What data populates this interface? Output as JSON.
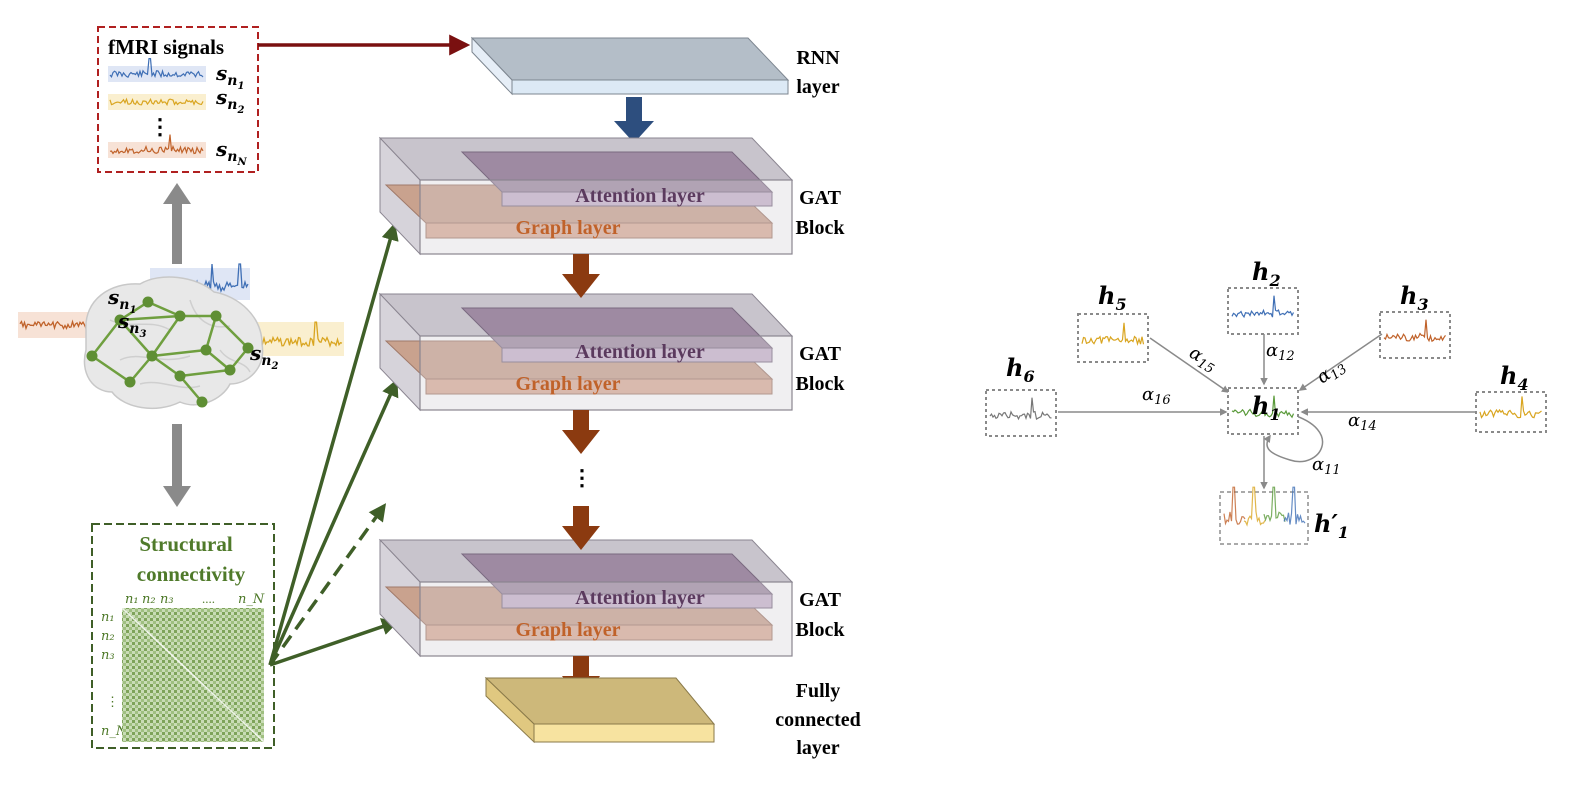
{
  "left": {
    "fmri_box": {
      "title": "fMRI signals",
      "signals": [
        {
          "main": "s",
          "sub": "n",
          "subsub": "1"
        },
        {
          "main": "s",
          "sub": "n",
          "subsub": "2"
        },
        {
          "main": "s",
          "sub": "n",
          "subsub": "N"
        }
      ],
      "dots": "⋮"
    },
    "brain": {
      "labels": [
        {
          "main": "s",
          "sub": "n",
          "subsub": "1"
        },
        {
          "main": "s",
          "sub": "n",
          "subsub": "3"
        },
        {
          "main": "s",
          "sub": "n",
          "subsub": "2"
        }
      ]
    },
    "structural_box": {
      "title_line1": "Structural",
      "title_line2": "connectivity",
      "col_labels": [
        "n₁",
        "n₂",
        "n₃",
        "....",
        "n_N"
      ],
      "row_labels": [
        "n₁",
        "n₂",
        "n₃",
        "⋮",
        "n_N"
      ]
    }
  },
  "stack": {
    "rnn_label_line1": "RNN",
    "rnn_label_line2": "layer",
    "gat_blocks": [
      {
        "attention": "Attention layer",
        "graph": "Graph layer",
        "label1": "GAT",
        "label2": "Block"
      },
      {
        "attention": "Attention layer",
        "graph": "Graph layer",
        "label1": "GAT",
        "label2": "Block"
      },
      {
        "attention": "Attention layer",
        "graph": "Graph layer",
        "label1": "GAT",
        "label2": "Block"
      }
    ],
    "dots": "⋮",
    "fc_line1": "Fully",
    "fc_line2": "connected",
    "fc_line3": "layer"
  },
  "right": {
    "nodes": [
      {
        "id": "h1",
        "main": "h",
        "sub": "1",
        "color": "#5a9a3a"
      },
      {
        "id": "h2",
        "main": "h",
        "sub": "2",
        "color": "#3f6fb5"
      },
      {
        "id": "h3",
        "main": "h",
        "sub": "3",
        "color": "#c0622a"
      },
      {
        "id": "h4",
        "main": "h",
        "sub": "4",
        "color": "#d9a520"
      },
      {
        "id": "h5",
        "main": "h",
        "sub": "5",
        "color": "#d9a520"
      },
      {
        "id": "h6",
        "main": "h",
        "sub": "6",
        "color": "#777777"
      }
    ],
    "alphas": [
      "α",
      "12",
      "13",
      "14",
      "15",
      "16",
      "11"
    ],
    "output": {
      "main": "h′",
      "sub": "1"
    }
  },
  "colors": {
    "green": "#3f5f28",
    "brown": "#8b4513",
    "darkred": "#7a1010",
    "blue_arrow": "#2d4e7e",
    "gray_arrow": "#8a8a8a",
    "attention_text": "#5b3a5e",
    "graph_text": "#c0622a",
    "struct_text": "#4f7a2a"
  }
}
